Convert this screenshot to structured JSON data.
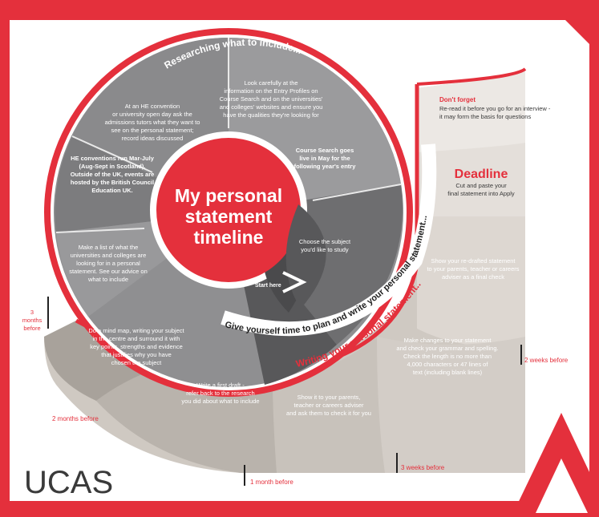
{
  "logo": "UCAS",
  "title": [
    "My personal",
    "statement",
    "timeline"
  ],
  "start": "Start here",
  "arcs": {
    "researching": "Researching what to include...",
    "give_time": "Give yourself time to plan and write your personal statement...",
    "writing": "Writing your personal statement..."
  },
  "steps": {
    "choose": [
      "Choose the subject",
      "you'd like to study"
    ],
    "course_search": [
      "Course Search goes",
      "live in May for the",
      "following year's entry"
    ],
    "look": [
      "Look carefully at the",
      "information on the Entry Profiles on",
      "Course Search and on the universities'",
      "and colleges' websites and ensure you",
      "have the qualities they're looking for"
    ],
    "convention": [
      "At an HE convention",
      "or university open day ask the",
      "admissions tutors what they want to",
      "see on the personal statement;",
      "record ideas discussed"
    ],
    "he_conventions": [
      "HE conventions run Mar-July",
      "(Aug-Sept in Scotland).",
      "Outside of the UK, events are",
      "hosted by the British Council",
      "Education UK."
    ],
    "list": [
      "Make a list of what the",
      "universities and colleges are",
      "looking for in a personal",
      "statement. See our advice on",
      "what to include"
    ],
    "mind_map": [
      "Do a mind map, writing your subject",
      "in the centre and surround it with",
      "key points, strengths and evidence",
      "that justifies why you have",
      "chosen the subject"
    ],
    "first_draft": [
      "Write a first draft -",
      "refer back to the research",
      "you did about what to include"
    ],
    "show_parents": [
      "Show it to your parents,",
      "teacher or careers adviser",
      "and ask them to check it for you"
    ],
    "changes": [
      "Make changes to your statement",
      "and check your grammar and spelling.",
      "Check the length is no more than",
      "4,000 characters or 47 lines of",
      "text (including blank lines)"
    ],
    "redrafted": [
      "Show your re-drafted statement",
      "to your parents, teacher or careers",
      "adviser as a final check"
    ],
    "deadline_title": "Deadline",
    "deadline": [
      "Cut and paste your",
      "final statement into Apply"
    ],
    "dont_forget_title": "Don't forget",
    "dont_forget": [
      "Re-read it before you go for an interview -",
      "it may form the basis for questions"
    ]
  },
  "milestones": {
    "three_months": [
      "3",
      "months",
      "before"
    ],
    "two_months": "2 months before",
    "one_month": "1 month before",
    "three_weeks": "3 weeks before",
    "two_weeks": "2 weeks before"
  },
  "colors": {
    "brand_red": "#e4303c",
    "dark_grey": "#58585a",
    "mid_grey": "#7b7b7d",
    "light_grey": "#8f8f91",
    "beige": "#cfc9c2",
    "pale": "#e7e2dd"
  }
}
